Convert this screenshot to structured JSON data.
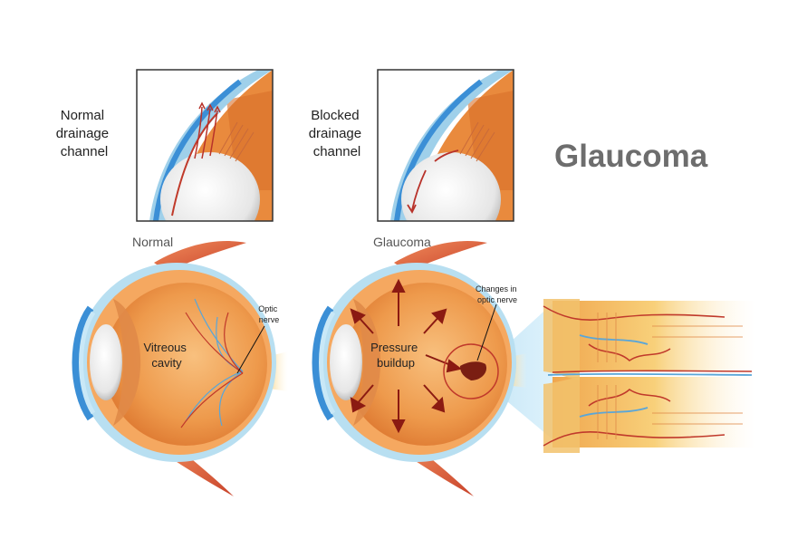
{
  "title": "Glaucoma",
  "top_panels": [
    {
      "label_lines": [
        "Normal",
        "drainage",
        "channel"
      ]
    },
    {
      "label_lines": [
        "Blocked",
        "drainage",
        "channel"
      ]
    }
  ],
  "section_labels": {
    "normal": "Normal",
    "glaucoma": "Glaucoma"
  },
  "normal_eye": {
    "cavity_label_lines": [
      "Vitreous",
      "cavity"
    ],
    "nerve_label_lines": [
      "Optic",
      "nerve"
    ]
  },
  "glaucoma_eye": {
    "pressure_label_lines": [
      "Pressure",
      "buildup"
    ],
    "changes_label_lines": [
      "Changes in",
      "optic nerve"
    ]
  },
  "colors": {
    "title": "#6d6d6d",
    "label": "#222222",
    "section_label": "#555555",
    "eye_orange": "#e98a3d",
    "eye_orange_light": "#f6b46e",
    "sclera_blue": "#9fd0ea",
    "cornea_blue": "#3b8fd6",
    "muscle_red": "#d9593a",
    "arrow_red": "#8b1a12",
    "nerve_yellow": "#f5c460",
    "vessel_blue": "#5aa6d8"
  }
}
